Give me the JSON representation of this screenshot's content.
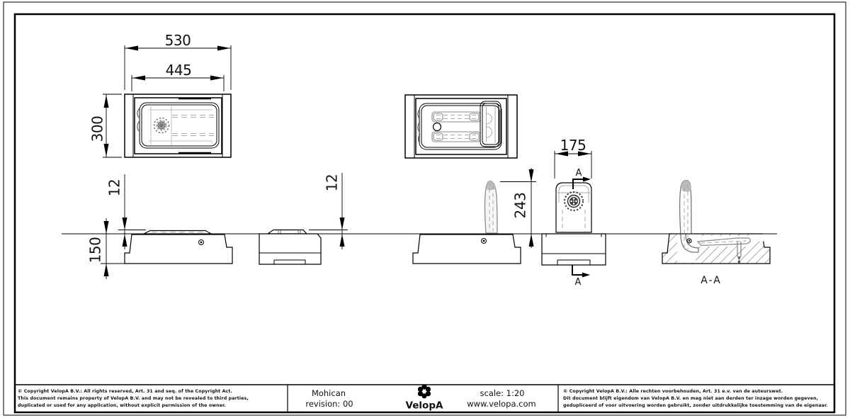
{
  "sheet": {
    "dimensions": {
      "overall_length": "530",
      "inner_length": "445",
      "overall_width": "300",
      "height_above_ground_left": "12",
      "height_above_ground_right": "12",
      "depth_below_ground": "150",
      "raised_flap_height": "243",
      "flap_width": "175"
    },
    "section": {
      "cut_letter_top": "A",
      "cut_letter_bottom": "A",
      "view_label": "A-A"
    },
    "title_block": {
      "product_name": "Mohican",
      "revision": "revision: 00",
      "brand": "VelopA",
      "scale": "scale: 1:20",
      "website": "www.velopa.com",
      "copyright_en": [
        "© Copyright VelopA B.V.: All rights reserved, Art. 31 and seq. of the Copyright Act.",
        "This document remains property of VelopA B.V. and may not be revealed to third parties,",
        "duplicated or used for any application, without explicit permission of the owner."
      ],
      "copyright_nl": [
        "© Copyright VelopA B.V.: Alle rechten voorbehouden, Art. 31 e.v. van de auteurswet.",
        "Dit document blijft eigendom van VelopA B.V. en mag niet aan derden ter inzage worden gegeven,",
        "gedupliceerd of voor uitvoering worden gebruikt, zonder uitdrukkelijke toestemming van de eigenaar."
      ]
    }
  }
}
